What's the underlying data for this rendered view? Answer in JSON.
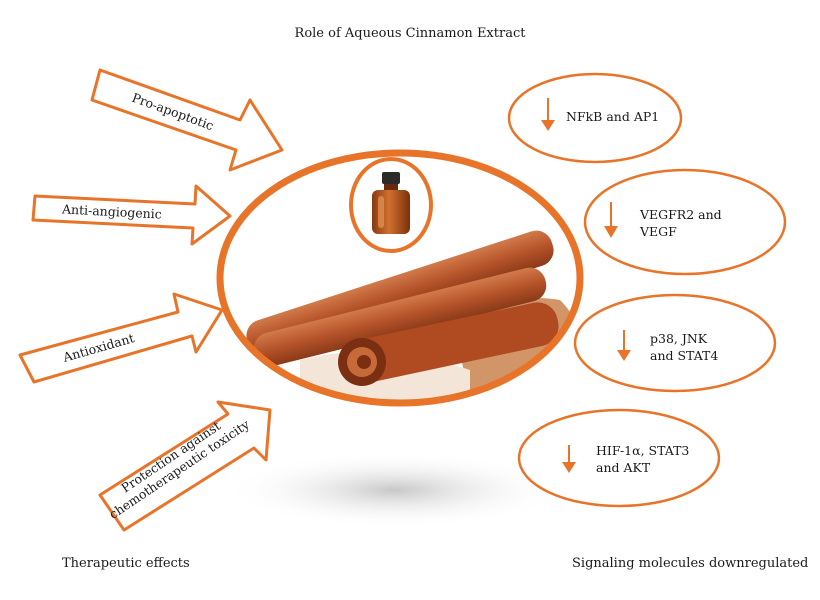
{
  "title": "Role of Aqueous Cinnamon Extract",
  "footer": {
    "left": "Therapeutic effects",
    "right": "Signaling molecules downregulated"
  },
  "colors": {
    "accent": "#e8742a",
    "accent_dark": "#c8561a",
    "cinnamon": "#b5532a",
    "cinnamon_dark": "#7a2e12"
  },
  "effects": [
    {
      "label": "Pro-apoptotic"
    },
    {
      "label": "Anti-angiogenic"
    },
    {
      "label": "Antioxidant"
    },
    {
      "label_line1": "Protection against",
      "label_line2": "chemotherapeutic toxicity"
    }
  ],
  "molecules": [
    {
      "label": "NFkB and AP1",
      "direction_icon": "down-arrow-icon"
    },
    {
      "label_line1": "VEGFR2 and",
      "label_line2": "VEGF",
      "direction_icon": "down-arrow-icon"
    },
    {
      "label_line1": "p38, JNK",
      "label_line2": "and STAT4",
      "direction_icon": "down-arrow-icon"
    },
    {
      "label_line1": "HIF-1α, STAT3",
      "label_line2": "and AKT",
      "direction_icon": "down-arrow-icon"
    }
  ]
}
